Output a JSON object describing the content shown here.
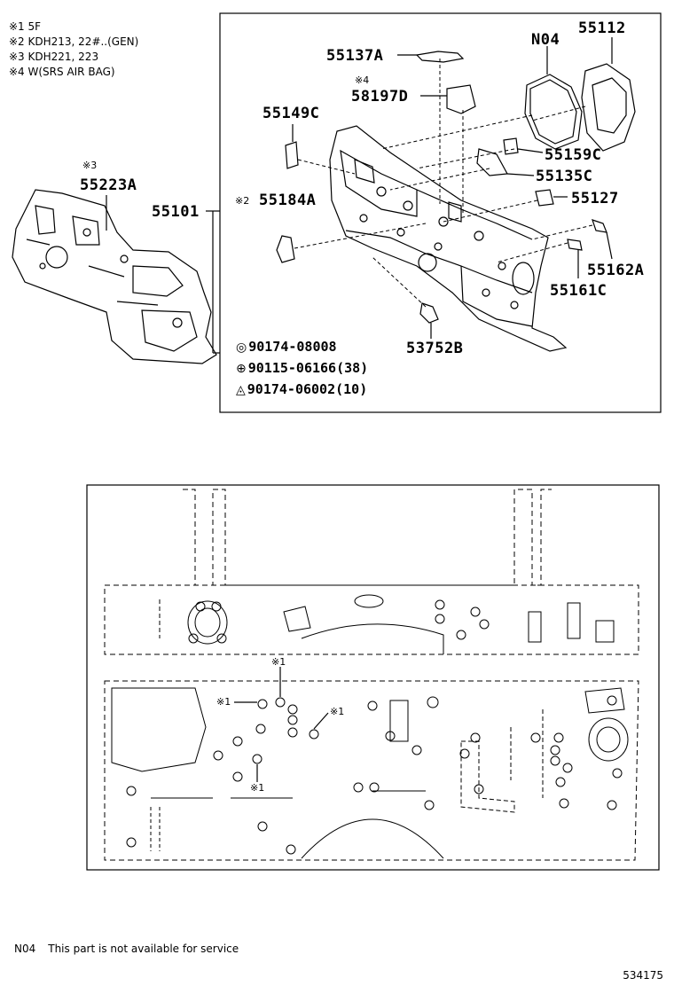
{
  "notes": [
    "※1 5F",
    "※2 KDH213, 22#..(GEN)",
    "※3 KDH221, 223",
    "※4 W(SRS AIR BAG)"
  ],
  "parts": {
    "p55137A": "55137A",
    "p58197D": "58197D",
    "p58197D_mark": "※4",
    "pN04": "N04",
    "p55112": "55112",
    "p55149C": "55149C",
    "p55159C": "55159C",
    "p55135C": "55135C",
    "p55223A": "55223A",
    "p55223A_mark": "※3",
    "p55101": "55101",
    "p55184A": "55184A",
    "p55184A_mark": "※2",
    "p55127": "55127",
    "p55162A": "55162A",
    "p55161C": "55161C",
    "p53752B": "53752B"
  },
  "fasteners": [
    {
      "symbol": "◎",
      "text": "90174-08008"
    },
    {
      "symbol": "⊕",
      "text": "90115-06166(38)"
    },
    {
      "symbol": "◬",
      "text": "90174-06002(10)"
    }
  ],
  "bottom_marks": {
    "m1a": "※1",
    "m1b": "※1",
    "m1c": "※1",
    "m1d": "※1"
  },
  "footnote": {
    "code": "N04",
    "text": "This part is not available for service"
  },
  "diagram_id": "534175"
}
